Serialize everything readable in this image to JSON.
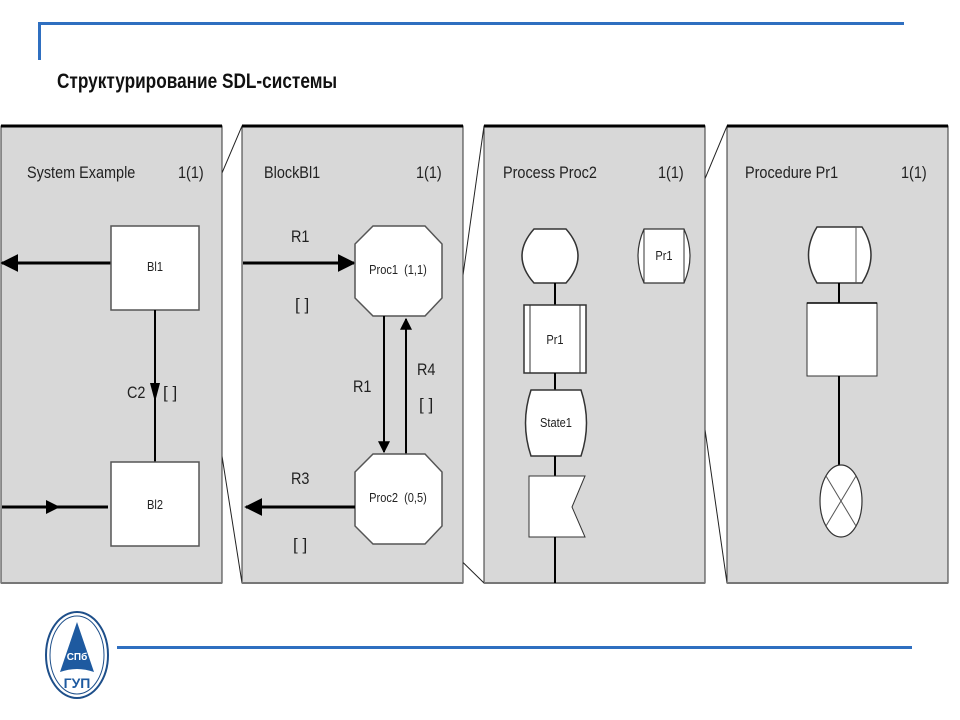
{
  "slide": {
    "title": "Структурирование SDL-системы",
    "accent_color": "#2f6fc0"
  },
  "panels": [
    {
      "kind": "system",
      "header": "System Example",
      "page": "1(1)",
      "blocks": [
        "Bl1",
        "Bl2"
      ],
      "channel": {
        "name": "C2",
        "signals": "[ ]"
      }
    },
    {
      "kind": "block",
      "header": "BlockBl1",
      "page": "1(1)",
      "processes": [
        "Proc1  (1,1)",
        "Proc2  (0,5)"
      ],
      "routes": [
        {
          "name": "R1",
          "signals": "[ ]"
        },
        {
          "name": "R1",
          "signals": ""
        },
        {
          "name": "R4",
          "signals": "[ ]"
        },
        {
          "name": "R3",
          "signals": "[ ]"
        }
      ]
    },
    {
      "kind": "process",
      "header": "Process Proc2",
      "page": "1(1)",
      "procedure_ref": "Pr1",
      "procedure_call": "Pr1",
      "state": "State1"
    },
    {
      "kind": "procedure",
      "header": "Procedure Pr1",
      "page": "1(1)"
    }
  ],
  "logo": {
    "text_top": "СПб",
    "text_bottom": "ГУП"
  }
}
